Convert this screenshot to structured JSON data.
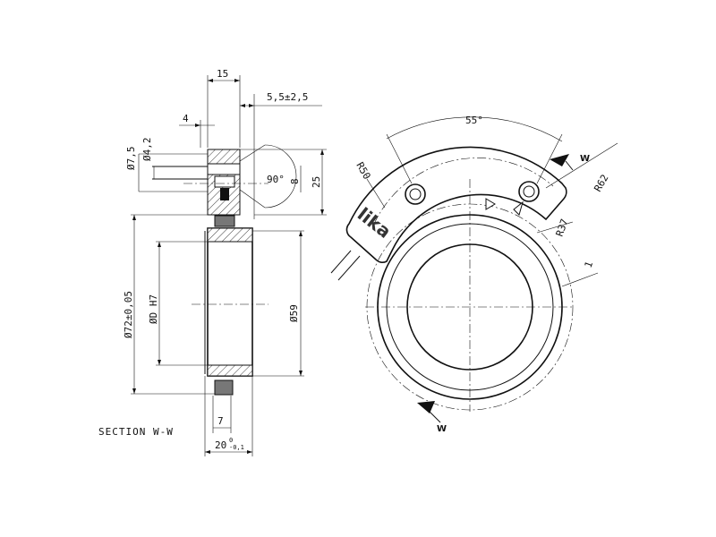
{
  "section_view": {
    "caption": "SECTION W-W",
    "dim_15": "15",
    "dim_5_5": "5,5±2,5",
    "dim_4": "4",
    "dim_d7_5": "Ø7,5",
    "dim_d4_2": "Ø4,2",
    "dim_90": "90°",
    "dim_8": "8",
    "dim_25": "25",
    "dim_d72": "Ø72±0,05",
    "dim_dh7": "ØD H7",
    "dim_d59": "Ø59",
    "dim_7": "7",
    "dim_20": "20",
    "dim_20_tol_upper": "0",
    "dim_20_tol_lower": "-0,1"
  },
  "front_view": {
    "dim_55": "55°",
    "dim_r50": "R50",
    "dim_r62": "R62",
    "dim_r37": "R37",
    "dim_1": "1",
    "section_mark_top": "W",
    "section_mark_bottom": "W",
    "logo_text": "lika"
  }
}
